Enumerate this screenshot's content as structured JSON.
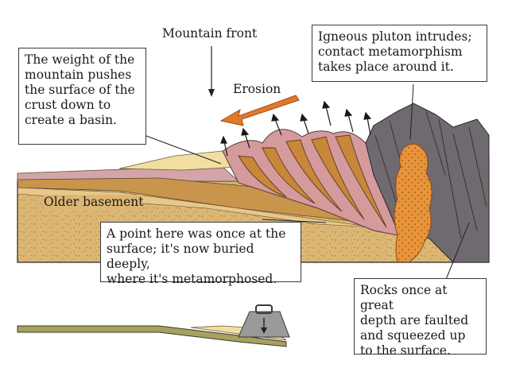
{
  "labels": {
    "mountain_front": "Mountain front",
    "erosion": "Erosion",
    "older_basement": "Older basement",
    "weight_note": "The weight of the\nmountain pushes\nthe surface of the\ncrust down to\ncreate a basin.",
    "pluton_note": "Igneous pluton intrudes;\ncontact metamorphism\ntakes place around it.",
    "buried_note": "A point here was once at the\nsurface; it's now buried deeply,\nwhere it's metamorphosed.",
    "faulted_note": "Rocks once at great\ndepth are faulted\nand squeezed up\nto the surface."
  },
  "icons": {
    "weight": "weight-icon",
    "erosion_arrow": "erosion-arrow-icon",
    "uplift_arrows": "uplift-arrow-icon"
  },
  "colors": {
    "basement": "#dcb774",
    "sediment_layer": "#c9954c",
    "mountain_pink": "#d49a9c",
    "fold_orange": "#c8873a",
    "pluton": "#e8943a",
    "metamorphic_gray": "#6f6a70",
    "erosion_arrow": "#e07a2a",
    "sand": "#f0dfa0"
  }
}
